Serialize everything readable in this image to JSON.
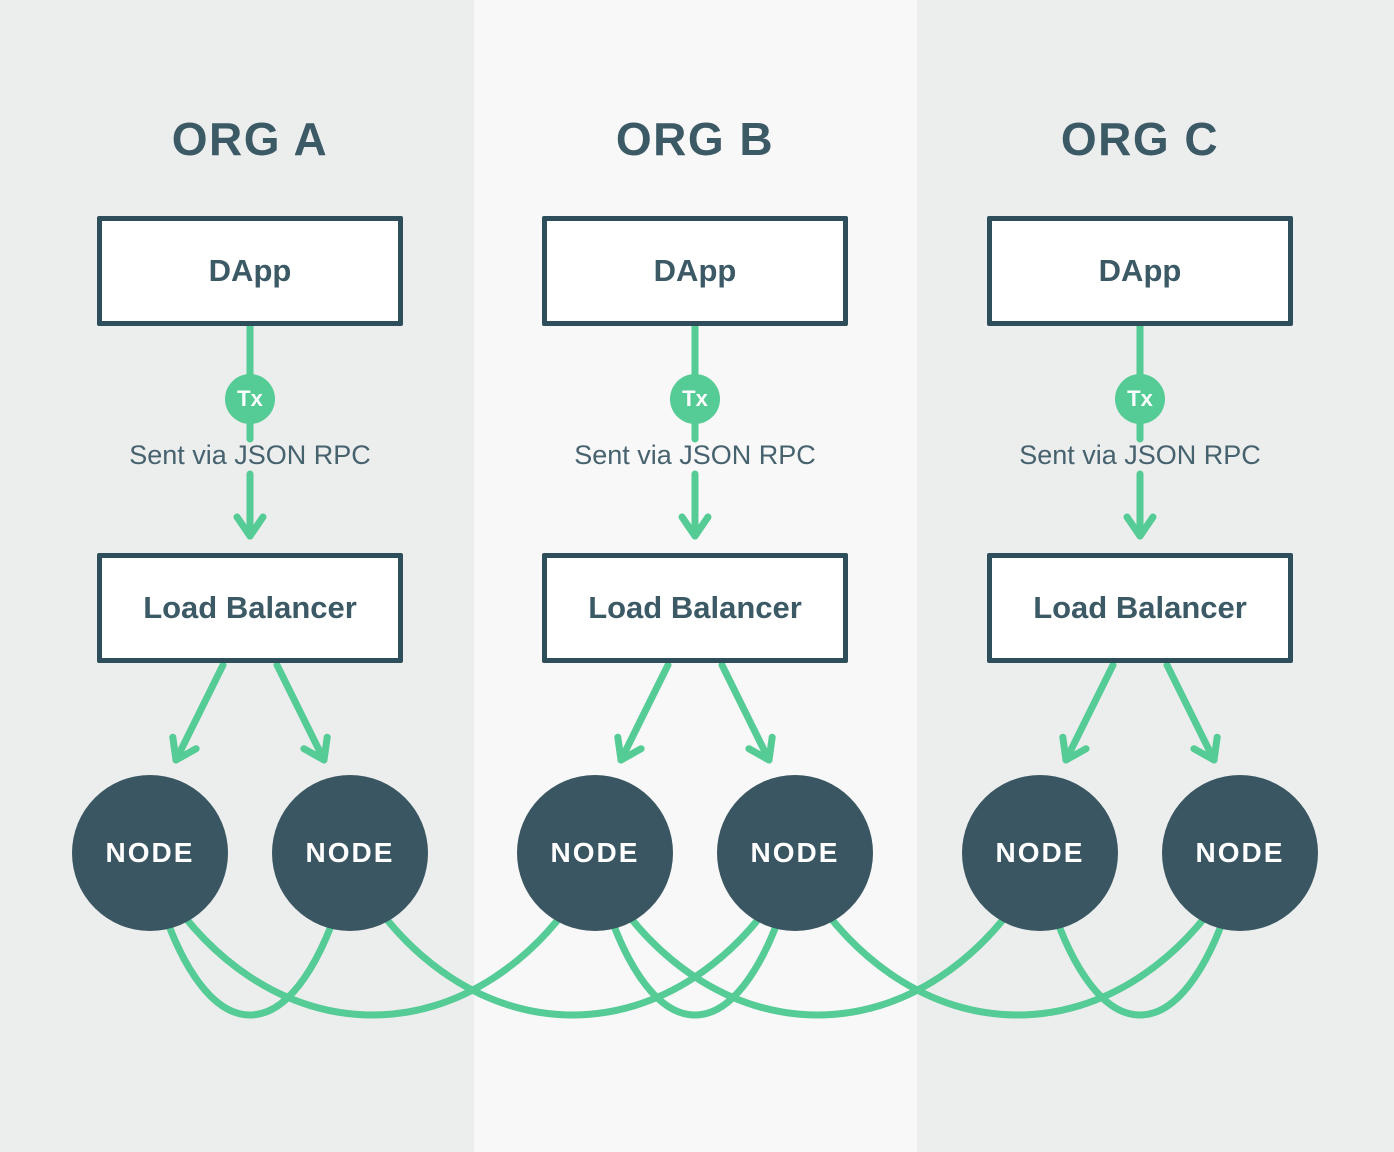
{
  "diagram_type": "blockchain-multi-org-node-network",
  "colors": {
    "green": "#55CB95",
    "slate_border": "#2E4E5C",
    "text_primary": "#3C5966",
    "text_secondary": "#47626F",
    "node_fill": "#3A5662",
    "node_text": "#FFFFFF",
    "box_bg": "#FFFFFF",
    "col_outer": "#ECEEED",
    "col_middle": "#F7F8F7"
  },
  "orgs": [
    {
      "name": "ORG A",
      "dapp_label": "DApp",
      "tx_label": "Tx",
      "rpc_label": "Sent via JSON RPC",
      "lb_label": "Load Balancer",
      "nodes": [
        "NODE",
        "NODE"
      ]
    },
    {
      "name": "ORG B",
      "dapp_label": "DApp",
      "tx_label": "Tx",
      "rpc_label": "Sent via JSON RPC",
      "lb_label": "Load Balancer",
      "nodes": [
        "NODE",
        "NODE"
      ]
    },
    {
      "name": "ORG C",
      "dapp_label": "DApp",
      "tx_label": "Tx",
      "rpc_label": "Sent via JSON RPC",
      "lb_label": "Load Balancer",
      "nodes": [
        "NODE",
        "NODE"
      ]
    }
  ],
  "mesh_connections": [
    [
      0,
      1
    ],
    [
      0,
      2
    ],
    [
      1,
      3
    ],
    [
      2,
      3
    ],
    [
      2,
      4
    ],
    [
      3,
      5
    ],
    [
      4,
      5
    ]
  ]
}
